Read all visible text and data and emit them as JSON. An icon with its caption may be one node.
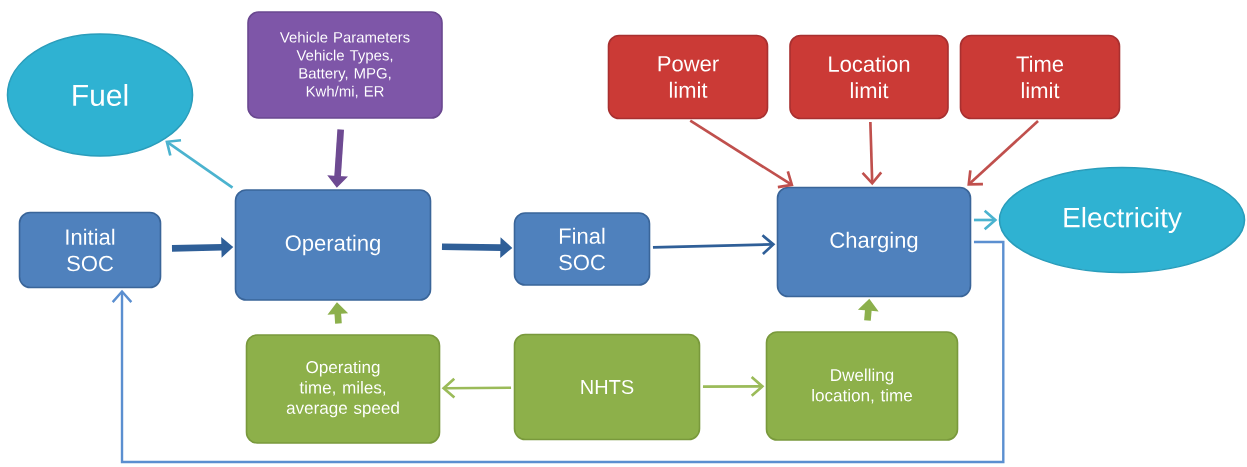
{
  "diagram": {
    "nodes": [
      {
        "text": [
          "Fuel"
        ]
      },
      {
        "text": [
          "Vehicle Parameters",
          "Vehicle Types, Battery, MPG, Kwh/mi, ER"
        ]
      },
      {
        "text": [
          "Power limit"
        ]
      },
      {
        "text": [
          "Location limit"
        ]
      },
      {
        "text": [
          "Time limit"
        ]
      },
      {
        "text": [
          "Initial SOC"
        ]
      },
      {
        "text": [
          "Operating"
        ]
      },
      {
        "text": [
          "Final SOC"
        ]
      },
      {
        "text": [
          "Charging"
        ]
      },
      {
        "text": [
          "Electricity"
        ]
      },
      {
        "text": [
          "Operating time, miles, average speed"
        ]
      },
      {
        "text": [
          "NHTS"
        ]
      },
      {
        "text": [
          "Dwelling location, time"
        ]
      }
    ],
    "edges": [
      {
        "from": 6,
        "to": 0,
        "arrow": "to",
        "color": "#4bb3cf"
      },
      {
        "from": 1,
        "to": 6,
        "arrow": "to",
        "style": "thick",
        "color": "#6e4a92"
      },
      {
        "from": 2,
        "to": 8,
        "arrow": "to",
        "color": "#c0504d"
      },
      {
        "from": 3,
        "to": 8,
        "arrow": "to",
        "color": "#c0504d"
      },
      {
        "from": 4,
        "to": 8,
        "arrow": "to",
        "color": "#c0504d"
      },
      {
        "from": 5,
        "to": 6,
        "arrow": "to",
        "style": "thick",
        "color": "#2f5f98"
      },
      {
        "from": 6,
        "to": 7,
        "arrow": "to",
        "style": "thick",
        "color": "#2f5f98"
      },
      {
        "from": 7,
        "to": 8,
        "arrow": "to",
        "color": "#2f5f98"
      },
      {
        "from": 8,
        "to": 9,
        "arrow": "to",
        "color": "#4bb3cf"
      },
      {
        "from": 10,
        "to": 6,
        "arrow": "to",
        "style": "thick",
        "color": "#8cb04c"
      },
      {
        "from": 11,
        "to": 10,
        "arrow": "to",
        "color": "#9bbb59"
      },
      {
        "from": 11,
        "to": 12,
        "arrow": "to",
        "color": "#9bbb59"
      },
      {
        "from": 12,
        "to": 8,
        "arrow": "to",
        "style": "thick",
        "color": "#8cb04c"
      },
      {
        "from": 8,
        "to": 5,
        "arrow": "to",
        "color": "#5b8fd0"
      }
    ]
  }
}
